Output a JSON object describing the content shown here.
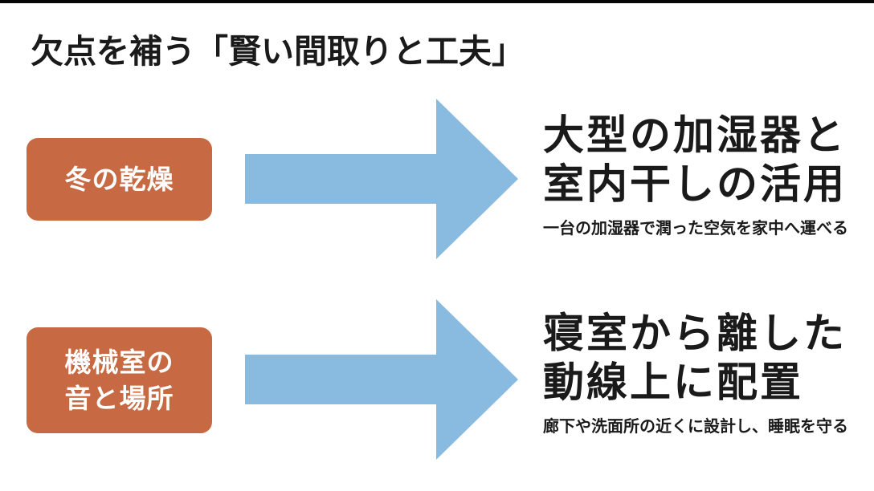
{
  "title": "欠点を補う「賢い間取りと工夫」",
  "colors": {
    "accent_orange": "#C76A43",
    "arrow_blue": "#89BBE1",
    "text_black": "#1A1A1A",
    "top_bar": "#060606"
  },
  "rows": [
    {
      "label_lines": [
        "冬の乾燥"
      ],
      "heading_line1": "大型の加湿器と",
      "heading_line2": "室内干しの活用",
      "subtitle": "一台の加湿器で潤った空気を家中へ運べる"
    },
    {
      "label_lines": [
        "機械室の",
        "音と場所"
      ],
      "heading_line1": "寝室から離した",
      "heading_line2": "動線上に配置",
      "subtitle": "廊下や洗面所の近くに設計し、睡眠を守る"
    }
  ]
}
